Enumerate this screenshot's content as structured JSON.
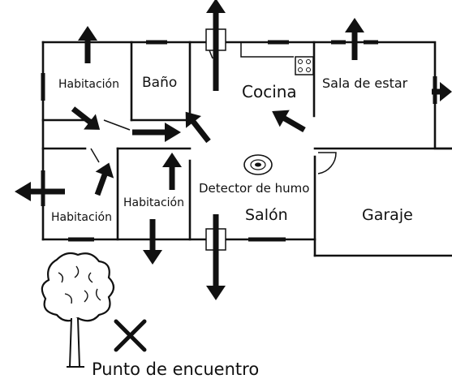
{
  "rooms": {
    "bedroom_top": "Habitación",
    "bathroom": "Baño",
    "kitchen": "Cocina",
    "living": "Sala de estar",
    "bedroom_left": "Habitación",
    "bedroom_mid": "Habitación",
    "smoke": "Detector de humo",
    "salon": "Salón",
    "garage": "Garaje"
  },
  "meeting_point": "Punto de encuentro",
  "colors": {
    "ink": "#111111",
    "background": "#ffffff"
  }
}
